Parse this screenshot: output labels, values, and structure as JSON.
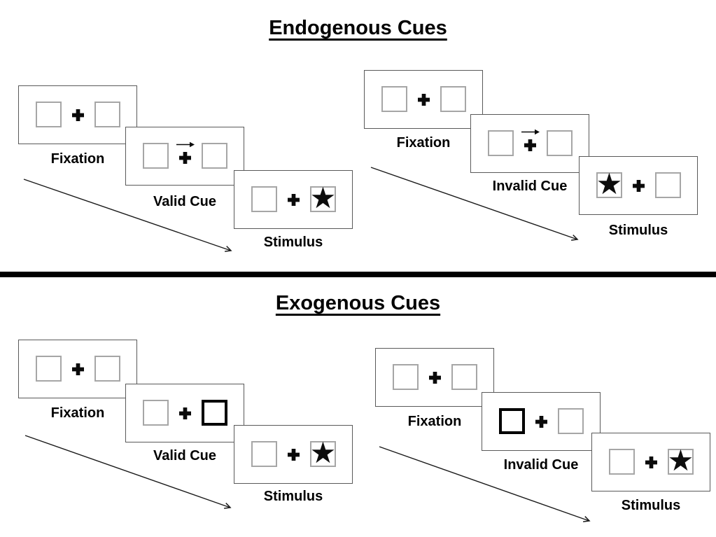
{
  "sections": [
    {
      "title": "Endogenous Cues",
      "panels": [
        {
          "name": "valid-trial",
          "cards": [
            {
              "label": "Fixation"
            },
            {
              "label": "Valid Cue",
              "cue": "arrow-right-above-fixation-cross"
            },
            {
              "label": "Stimulus",
              "star_side": "right",
              "star_glyph": "★"
            }
          ]
        },
        {
          "name": "invalid-trial",
          "cards": [
            {
              "label": "Fixation"
            },
            {
              "label": "Invalid Cue",
              "cue": "arrow-right-above-fixation-cross"
            },
            {
              "label": "Stimulus",
              "star_side": "left",
              "star_glyph": "★"
            }
          ]
        }
      ]
    },
    {
      "title": "Exogenous Cues",
      "panels": [
        {
          "name": "valid-trial",
          "cards": [
            {
              "label": "Fixation"
            },
            {
              "label": "Valid Cue",
              "cue": "thick-box-right"
            },
            {
              "label": "Stimulus",
              "star_side": "right",
              "star_glyph": "★"
            }
          ]
        },
        {
          "name": "invalid-trial",
          "cards": [
            {
              "label": "Fixation"
            },
            {
              "label": "Invalid Cue",
              "cue": "thick-box-left"
            },
            {
              "label": "Stimulus",
              "star_side": "right",
              "star_glyph": "★"
            }
          ]
        }
      ]
    }
  ],
  "colors": {
    "card_border": "#595959",
    "box_border": "#a6a6a6",
    "thick_box_border": "#000000",
    "ink": "#000000"
  }
}
